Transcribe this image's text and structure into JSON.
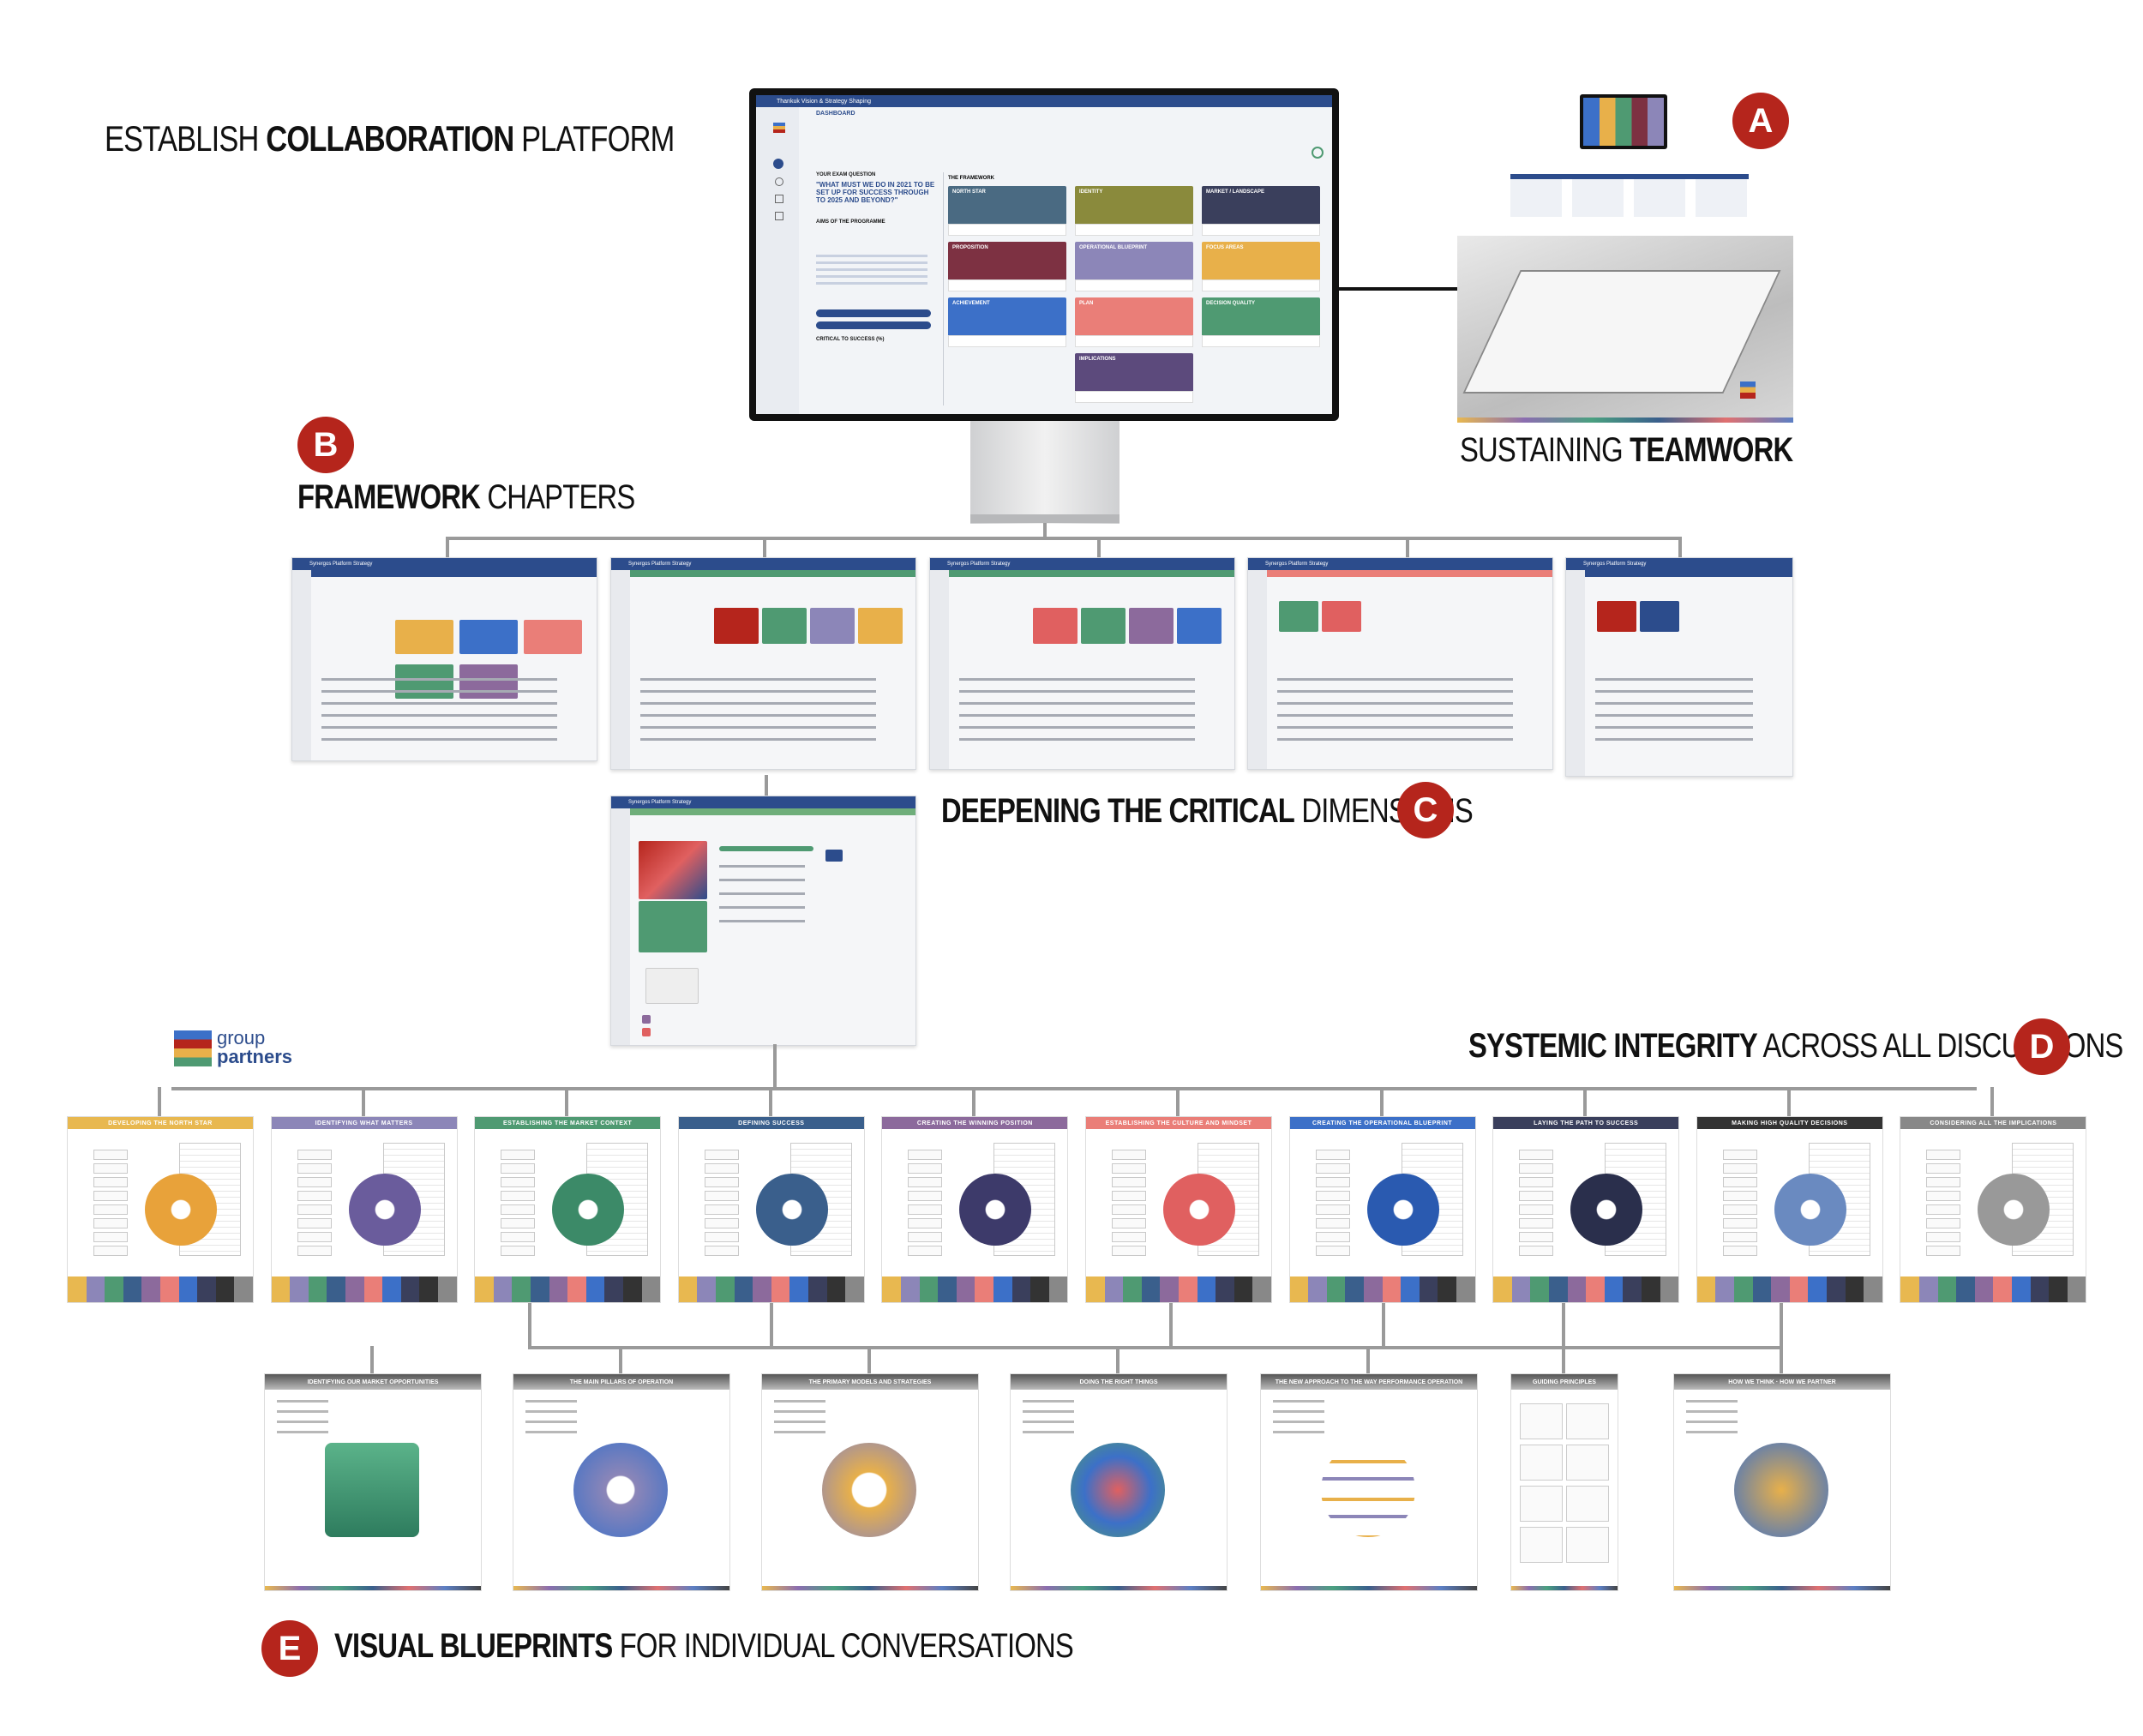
{
  "headings": {
    "main_title_normal1": "ESTABLISH ",
    "main_title_bold": "COLLABORATION",
    "main_title_normal2": " PLATFORM",
    "a_bold": "TEAMWORK",
    "a_normal": "SUSTAINING ",
    "b_bold": "FRAMEWORK",
    "b_normal": " CHAPTERS",
    "c_bold": "DEEPENING THE CRITICAL",
    "c_normal": " DIMENSIONS",
    "d_bold": "SYSTEMIC INTEGRITY",
    "d_normal": " ACROSS ALL DISCUSSIONS",
    "e_bold": "VISUAL BLUEPRINTS",
    "e_normal": " FOR INDIVIDUAL CONVERSATIONS"
  },
  "badges": {
    "a": "A",
    "b": "B",
    "c": "C",
    "d": "D",
    "e": "E"
  },
  "logo": {
    "line1": "group",
    "line2": "partners"
  },
  "monitor": {
    "title": "Thankuk Vision & Strategy Shaping",
    "section": "DASHBOARD",
    "question_label": "YOUR EXAM QUESTION",
    "question": "\"WHAT MUST WE DO IN 2021 TO BE SET UP FOR SUCCESS THROUGH TO 2025 AND BEYOND?\"",
    "aims_label": "AIMS OF THE PROGRAMME",
    "critical_label": "CRITICAL TO SUCCESS (%)",
    "framework_label": "THE FRAMEWORK",
    "tiles": [
      {
        "label": "NORTH STAR",
        "color": "#4a6a82"
      },
      {
        "label": "IDENTITY",
        "color": "#8a8a3c"
      },
      {
        "label": "MARKET / LANDSCAPE",
        "color": "#3a3f5c"
      },
      {
        "label": "PROPOSITION",
        "color": "#7d3142"
      },
      {
        "label": "OPERATIONAL BLUEPRINT",
        "color": "#8c86b8"
      },
      {
        "label": "FOCUS AREAS",
        "color": "#e8b04a"
      },
      {
        "label": "ACHIEVEMENT",
        "color": "#3c70c8"
      },
      {
        "label": "PLAN",
        "color": "#ea7e78"
      },
      {
        "label": "DECISION QUALITY",
        "color": "#4f9a72"
      },
      {
        "label": "IMPLICATIONS",
        "color": "#5c4a7c"
      }
    ]
  },
  "chapters": [
    {
      "title": "Synergos Platform Strategy"
    },
    {
      "title": "Synergos Platform Strategy"
    },
    {
      "title": "Synergos Platform Strategy"
    },
    {
      "title": "Synergos Platform Strategy"
    },
    {
      "title": "Synergos Platform Strategy"
    }
  ],
  "deep_card": {
    "title": "Synergos Platform Strategy"
  },
  "blueprints": [
    {
      "label": "DEVELOPING THE NORTH STAR",
      "color": "#e8b850",
      "accent": "#e8a23a"
    },
    {
      "label": "IDENTIFYING WHAT MATTERS",
      "color": "#8c86b8",
      "accent": "#6a5c9c"
    },
    {
      "label": "ESTABLISHING THE MARKET CONTEXT",
      "color": "#4f9a72",
      "accent": "#3c8a68"
    },
    {
      "label": "DEFINING SUCCESS",
      "color": "#3a5f8c",
      "accent": "#3a5f8c"
    },
    {
      "label": "CREATING THE WINNING POSITION",
      "color": "#8c6a9c",
      "accent": "#3d3a6a"
    },
    {
      "label": "ESTABLISHING THE CULTURE AND MINDSET",
      "color": "#ea7e78",
      "accent": "#e06060"
    },
    {
      "label": "CREATING THE OPERATIONAL BLUEPRINT",
      "color": "#3c70c8",
      "accent": "#2a5ab0"
    },
    {
      "label": "LAYING THE PATH TO SUCCESS",
      "color": "#3a3f5c",
      "accent": "#2a2f4c"
    },
    {
      "label": "MAKING HIGH QUALITY DECISIONS",
      "color": "#333333",
      "accent": "#6a8ac0"
    },
    {
      "label": "CONSIDERING ALL THE IMPLICATIONS",
      "color": "#888888",
      "accent": "#999999"
    }
  ],
  "conversations": [
    {
      "label": "IDENTIFYING OUR MARKET OPPORTUNITIES"
    },
    {
      "label": "THE MAIN PILLARS OF OPERATION"
    },
    {
      "label": "THE PRIMARY MODELS AND STRATEGIES"
    },
    {
      "label": "DOING THE RIGHT THINGS"
    },
    {
      "label": "THE NEW APPROACH TO THE WAY PERFORMANCE OPERATION"
    },
    {
      "label": "GUIDING PRINCIPLES"
    },
    {
      "label": "HOW WE THINK · HOW WE PARTNER"
    }
  ],
  "colors": {
    "accent_red": "#b5251c",
    "line": "#9a9a9a",
    "nav": "#2c4c8c"
  }
}
